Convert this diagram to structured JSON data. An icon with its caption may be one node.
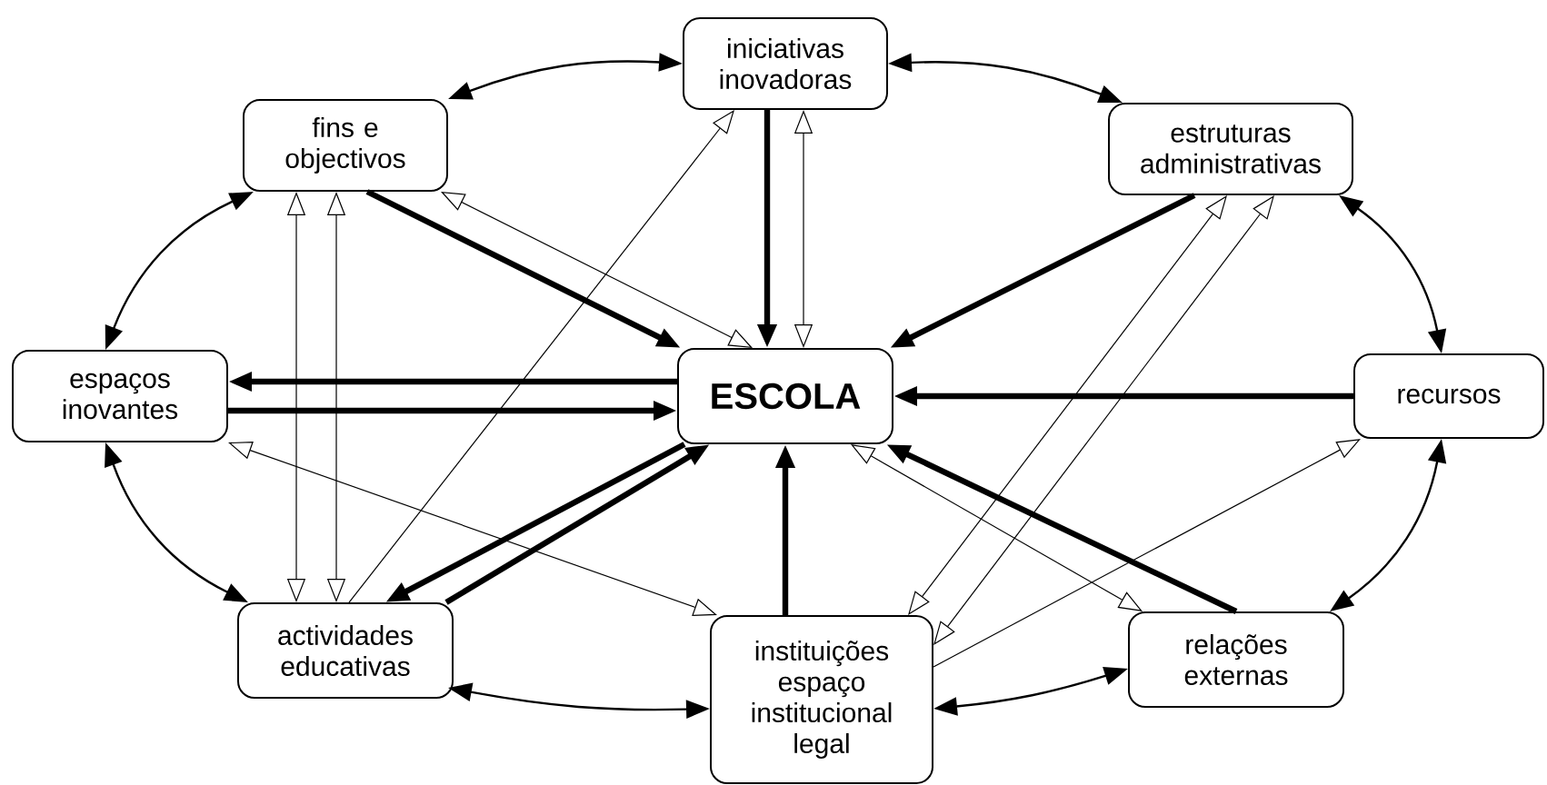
{
  "diagram": {
    "nodes": [
      {
        "text": [
          "iniciativas inovadoras"
        ]
      },
      {
        "text": [
          "fins e objectivos"
        ]
      },
      {
        "text": [
          "estruturas administrativas"
        ]
      },
      {
        "text": [
          "espaços inovantes"
        ]
      },
      {
        "text": [
          "ESCOLA"
        ]
      },
      {
        "text": [
          "recursos"
        ]
      },
      {
        "text": [
          "actividades educativas"
        ]
      },
      {
        "text": [
          "instituições espaço institucional legal"
        ]
      },
      {
        "text": [
          "relações externas"
        ]
      }
    ],
    "edges": [
      {
        "from": 1,
        "to": 0,
        "arrow": "both"
      },
      {
        "from": 0,
        "to": 2,
        "arrow": "both"
      },
      {
        "from": 2,
        "to": 5,
        "arrow": "both"
      },
      {
        "from": 5,
        "to": 8,
        "arrow": "both"
      },
      {
        "from": 8,
        "to": 7,
        "arrow": "both"
      },
      {
        "from": 7,
        "to": 6,
        "arrow": "both"
      },
      {
        "from": 6,
        "to": 3,
        "arrow": "both"
      },
      {
        "from": 3,
        "to": 1,
        "arrow": "both"
      },
      {
        "from": 1,
        "to": 4,
        "arrow": "to",
        "style": "thick"
      },
      {
        "from": 0,
        "to": 4,
        "arrow": "to",
        "style": "thick"
      },
      {
        "from": 2,
        "to": 4,
        "arrow": "to",
        "style": "thick"
      },
      {
        "from": 4,
        "to": 3,
        "arrow": "to",
        "style": "thick"
      },
      {
        "from": 3,
        "to": 4,
        "arrow": "to",
        "style": "thick"
      },
      {
        "from": 5,
        "to": 4,
        "arrow": "to",
        "style": "thick"
      },
      {
        "from": 4,
        "to": 6,
        "arrow": "to",
        "style": "thick"
      },
      {
        "from": 6,
        "to": 4,
        "arrow": "to",
        "style": "thick"
      },
      {
        "from": 7,
        "to": 4,
        "arrow": "to",
        "style": "thick"
      },
      {
        "from": 8,
        "to": 4,
        "arrow": "to",
        "style": "thick"
      },
      {
        "from": 1,
        "to": 4,
        "arrow": "both"
      },
      {
        "from": 0,
        "to": 4,
        "arrow": "both"
      },
      {
        "from": 1,
        "to": 6,
        "arrow": "both"
      },
      {
        "from": 1,
        "to": 6,
        "arrow": "both"
      },
      {
        "from": 6,
        "to": 0,
        "arrow": "to"
      },
      {
        "from": 3,
        "to": 7,
        "arrow": "both"
      },
      {
        "from": 2,
        "to": 7,
        "arrow": "both"
      },
      {
        "from": 2,
        "to": 7,
        "arrow": "both"
      },
      {
        "from": 4,
        "to": 8,
        "arrow": "both"
      },
      {
        "from": 7,
        "to": 5,
        "arrow": "to"
      }
    ]
  }
}
